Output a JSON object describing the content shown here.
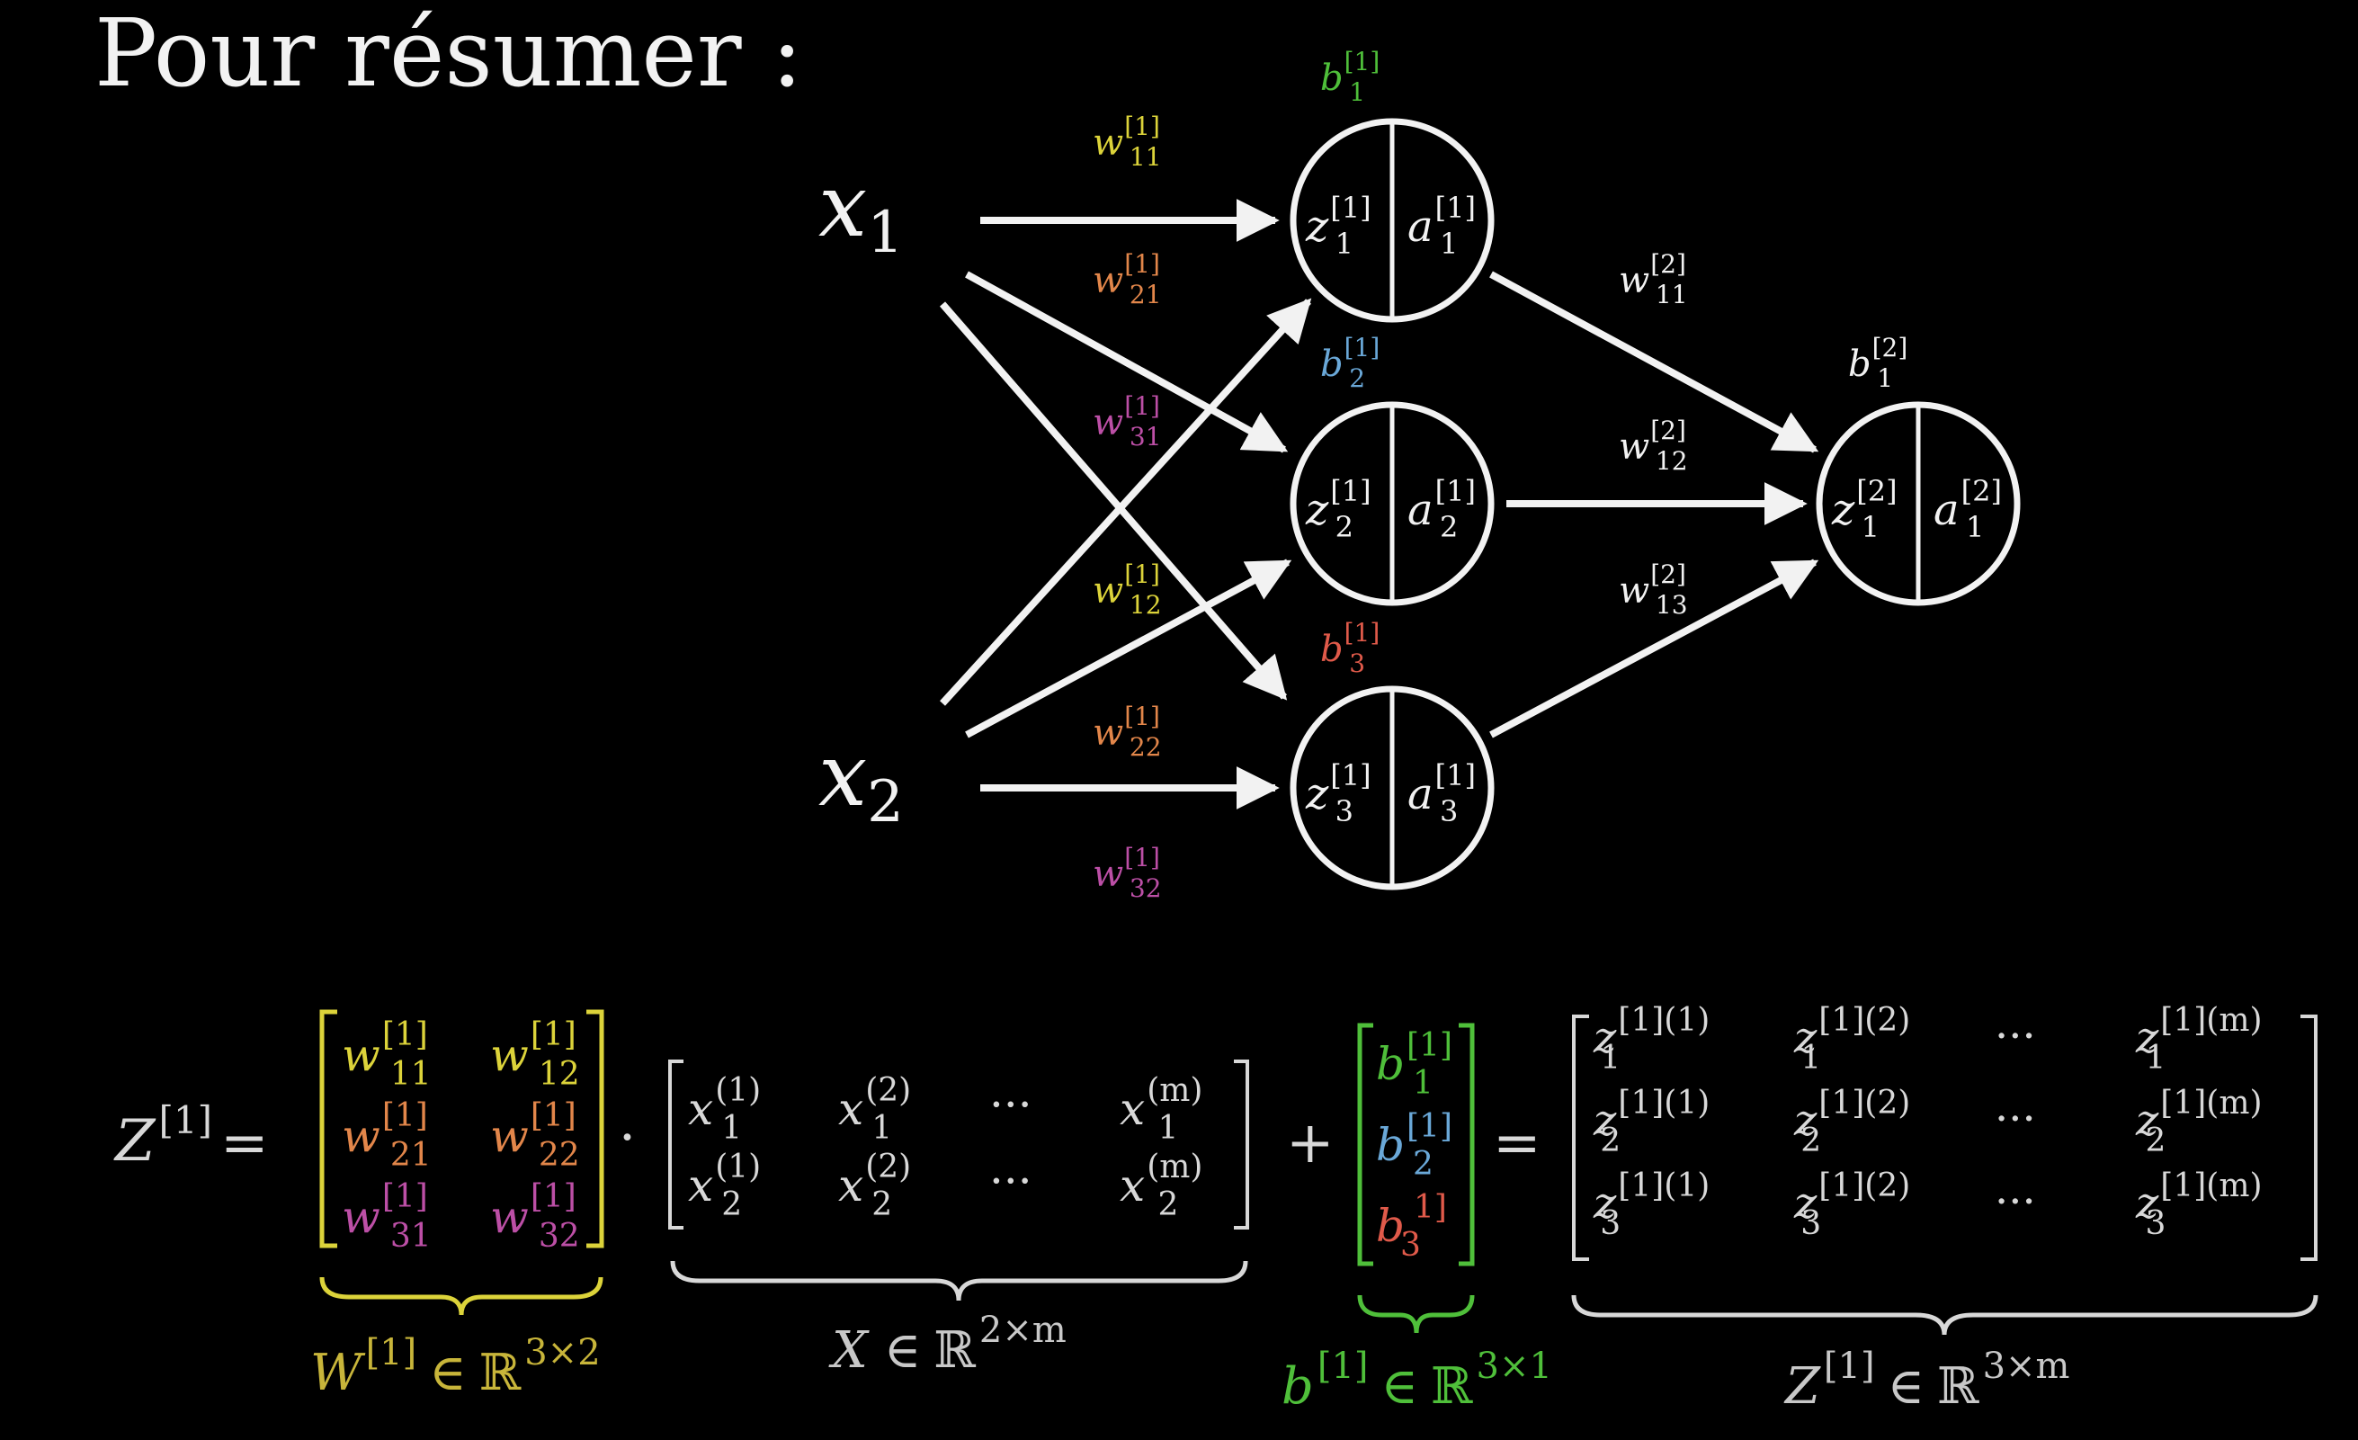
{
  "title": "Pour résumer :",
  "colors": {
    "white": "#f2f2f2",
    "gray": "#d8d8d8",
    "yellow": "#dcd33a",
    "orange": "#e2864a",
    "purple": "#bc4fa6",
    "green": "#4fbf3a",
    "blue": "#6aa8d8",
    "red": "#e05a4a",
    "mustard": "#c8b53a"
  },
  "inputs": [
    {
      "base": "x",
      "sub": "1"
    },
    {
      "base": "x",
      "sub": "2"
    }
  ],
  "neuron_labels": {
    "z": "z",
    "a": "a",
    "sup1": "[1]",
    "sup2": "[2]",
    "sub1": "1",
    "sub2": "2",
    "sub3": "3"
  },
  "weights_layer1": [
    {
      "base": "w",
      "sub": "11",
      "sup": "[1]"
    },
    {
      "base": "w",
      "sub": "21",
      "sup": "[1]"
    },
    {
      "base": "w",
      "sub": "31",
      "sup": "[1]"
    },
    {
      "base": "w",
      "sub": "12",
      "sup": "[1]"
    },
    {
      "base": "w",
      "sub": "22",
      "sup": "[1]"
    },
    {
      "base": "w",
      "sub": "32",
      "sup": "[1]"
    }
  ],
  "weights_layer2": [
    {
      "base": "w",
      "sub": "11",
      "sup": "[2]"
    },
    {
      "base": "w",
      "sub": "12",
      "sup": "[2]"
    },
    {
      "base": "w",
      "sub": "13",
      "sup": "[2]"
    }
  ],
  "biases": [
    {
      "base": "b",
      "sub": "1",
      "sup": "[1]"
    },
    {
      "base": "b",
      "sub": "2",
      "sup": "[1]"
    },
    {
      "base": "b",
      "sub": "3",
      "sup": "[1]"
    },
    {
      "base": "b",
      "sub": "1",
      "sup": "[2]"
    }
  ],
  "equation": {
    "lhs_base": "Z",
    "lhs_sup": "[1]",
    "equals": "=",
    "dot": "·",
    "plus": "+",
    "W_entries": [
      {
        "base": "w",
        "sub": "11",
        "sup": "[1]"
      },
      {
        "base": "w",
        "sub": "12",
        "sup": "[1]"
      },
      {
        "base": "w",
        "sub": "21",
        "sup": "[1]"
      },
      {
        "base": "w",
        "sub": "22",
        "sup": "[1]"
      },
      {
        "base": "w",
        "sub": "31",
        "sup": "[1]"
      },
      {
        "base": "w",
        "sub": "32",
        "sup": "[1]"
      }
    ],
    "X_entries": [
      {
        "base": "x",
        "sub": "1",
        "sup": "(1)"
      },
      {
        "base": "x",
        "sub": "1",
        "sup": "(2)"
      },
      {
        "base": "x",
        "sub": "1",
        "sup": "(m)"
      },
      {
        "base": "x",
        "sub": "2",
        "sup": "(1)"
      },
      {
        "base": "x",
        "sub": "2",
        "sup": "(2)"
      },
      {
        "base": "x",
        "sub": "2",
        "sup": "(m)"
      }
    ],
    "ellipsis": "···",
    "b_entries": [
      {
        "base": "b",
        "sub": "1",
        "sup": "[1]"
      },
      {
        "base": "b",
        "sub": "2",
        "sup": "[1]"
      },
      {
        "base": "b",
        "sub": "3",
        "sup": "1]"
      }
    ],
    "Z_entries": [
      {
        "base": "z",
        "sub": "1",
        "sup": "[1](1)"
      },
      {
        "base": "z",
        "sub": "1",
        "sup": "[1](2)"
      },
      {
        "base": "z",
        "sub": "1",
        "sup": "[1](m)"
      },
      {
        "base": "z",
        "sub": "2",
        "sup": "[1](1)"
      },
      {
        "base": "z",
        "sub": "2",
        "sup": "[1](2)"
      },
      {
        "base": "z",
        "sub": "2",
        "sup": "[1](m)"
      },
      {
        "base": "z",
        "sub": "3",
        "sup": "[1](1)"
      },
      {
        "base": "z",
        "sub": "3",
        "sup": "[1](2)"
      },
      {
        "base": "z",
        "sub": "3",
        "sup": "[1](m)"
      }
    ],
    "captions": [
      {
        "base": "W",
        "sup": "[1]",
        "rel": "∈",
        "set": "ℝ",
        "dim": "3×2"
      },
      {
        "base": "X",
        "sup": "",
        "rel": "∈",
        "set": "ℝ",
        "dim": "2×m"
      },
      {
        "base": "b",
        "sup": "[1]",
        "rel": "∈",
        "set": "ℝ",
        "dim": "3×1"
      },
      {
        "base": "Z",
        "sup": "[1]",
        "rel": "∈",
        "set": "ℝ",
        "dim": "3×m"
      }
    ]
  }
}
